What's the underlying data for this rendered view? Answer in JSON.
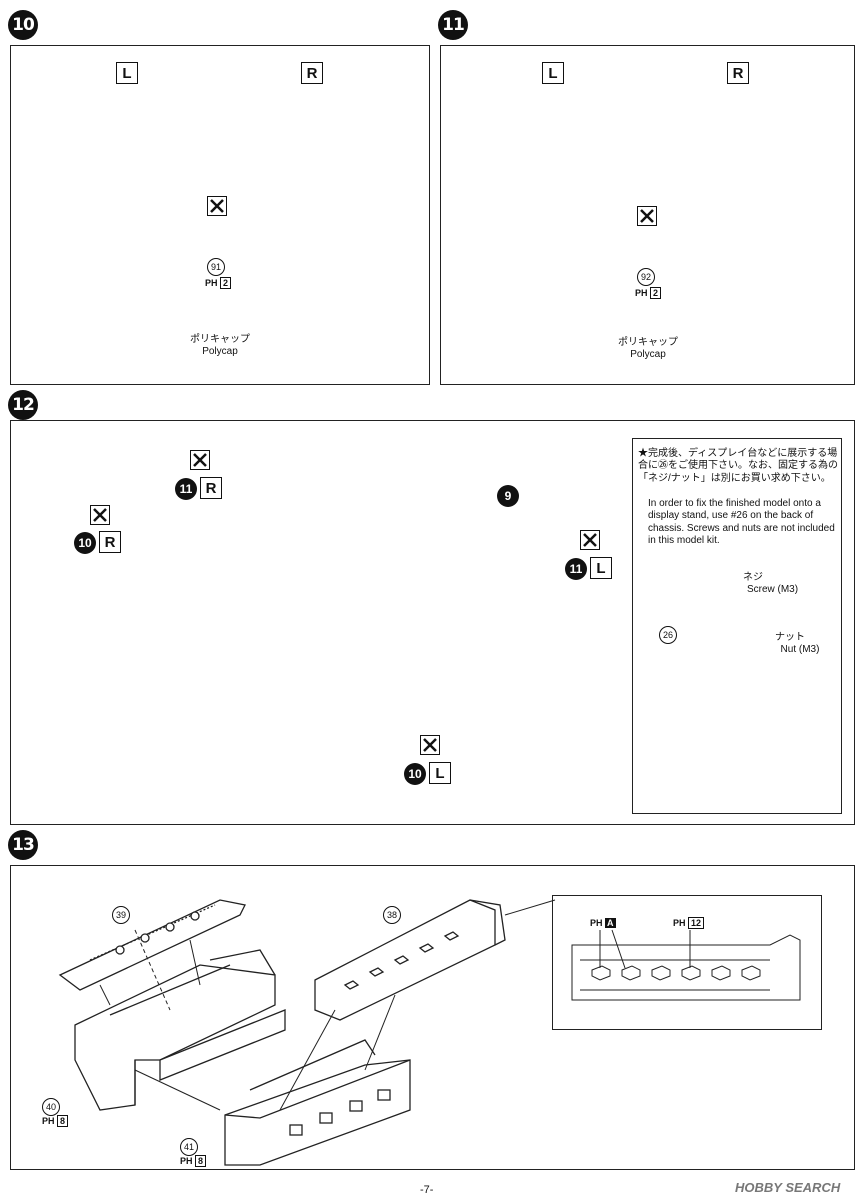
{
  "steps": {
    "s10": {
      "num": "10",
      "left": "L",
      "right": "R",
      "part": "91",
      "ph": "PH",
      "ph_val": "2",
      "polycap_jp": "ポリキャップ",
      "polycap_en": "Polycap"
    },
    "s11": {
      "num": "11",
      "left": "L",
      "right": "R",
      "part": "92",
      "ph": "PH",
      "ph_val": "2",
      "polycap_jp": "ポリキャップ",
      "polycap_en": "Polycap"
    },
    "s12": {
      "num": "12",
      "callouts": [
        {
          "step": "11",
          "side": "R"
        },
        {
          "step": "10",
          "side": "R"
        },
        {
          "step": "11",
          "side": "L"
        },
        {
          "step": "10",
          "side": "L"
        }
      ],
      "part_chassis": "9",
      "note_jp": "★完成後、ディスプレイ台などに展示する場合に㉖をご使用下さい。なお、固定する為の「ネジ/ナット」は別にお買い求め下さい。",
      "note_en": "In order to fix the finished model onto a display stand, use #26 on the back of chassis. Screws and nuts are not included in this model kit.",
      "screw_jp": "ネジ",
      "screw_en": "Screw (M3)",
      "nut_jp": "ナット",
      "nut_en": "Nut (M3)",
      "part_26": "26"
    },
    "s13": {
      "num": "13",
      "parts": [
        "39",
        "38",
        "40",
        "41"
      ],
      "ph_a": "A",
      "ph_12": "12",
      "ph_8a": "8",
      "ph_8b": "8",
      "ph": "PH"
    }
  },
  "footer": {
    "page": "-7-",
    "watermark": "HOBBY SEARCH"
  }
}
